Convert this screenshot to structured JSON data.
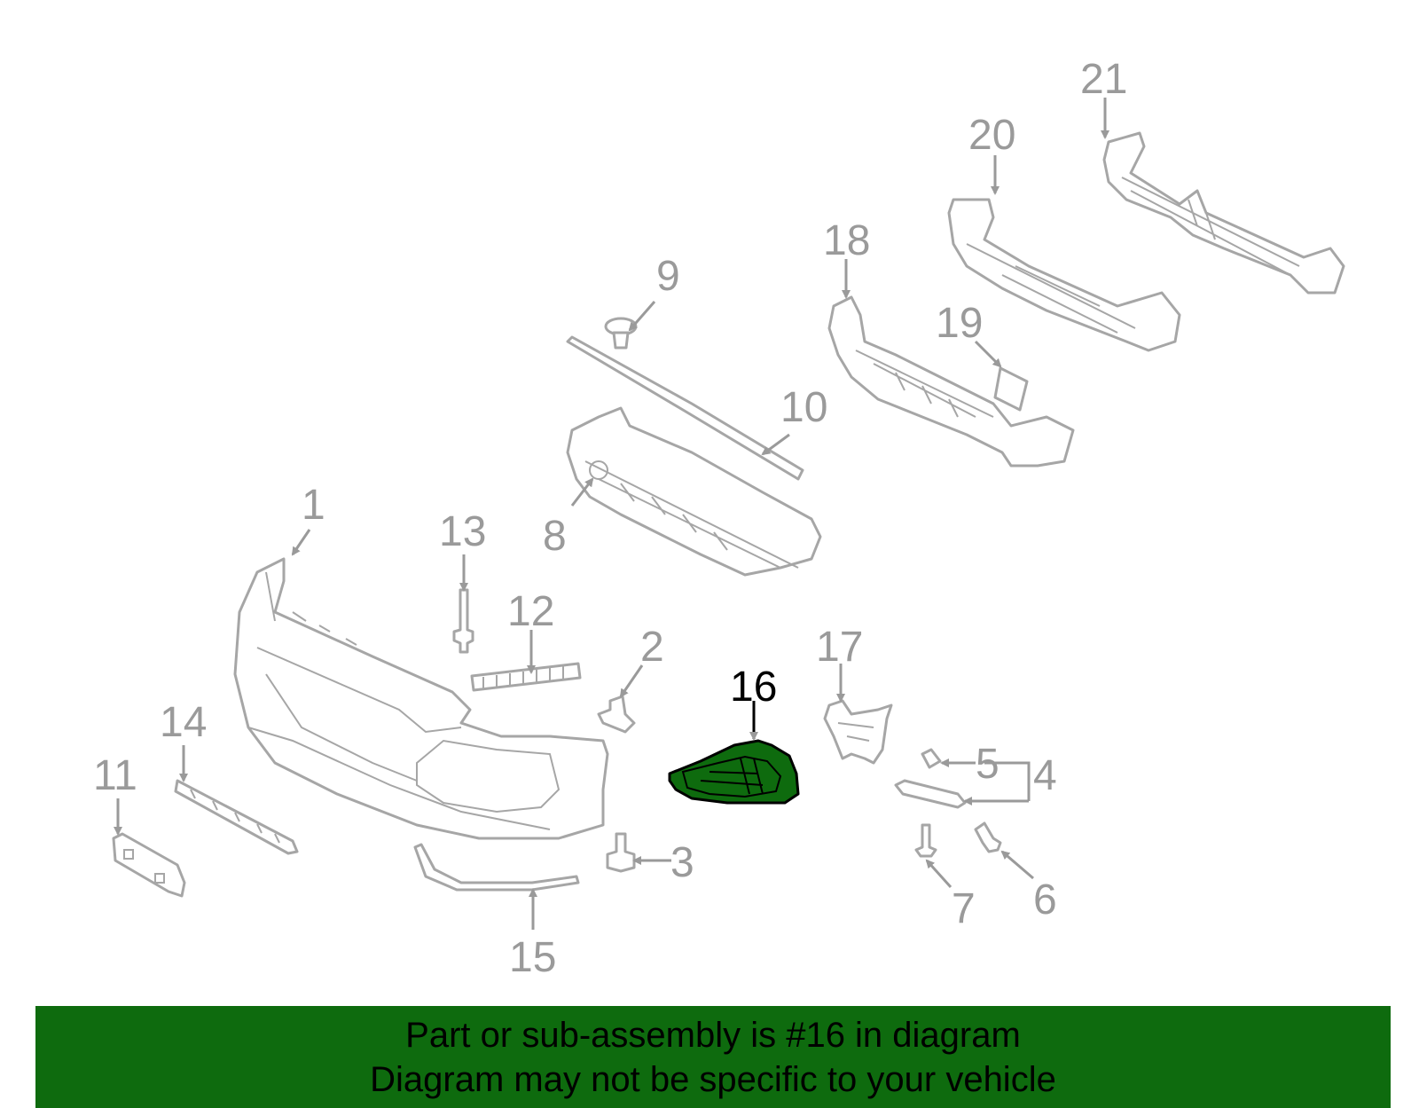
{
  "diagram": {
    "highlighted_part": "16",
    "callouts": [
      "1",
      "2",
      "3",
      "4",
      "5",
      "6",
      "7",
      "8",
      "9",
      "10",
      "11",
      "12",
      "13",
      "14",
      "15",
      "16",
      "17",
      "18",
      "19",
      "20",
      "21"
    ]
  },
  "banner": {
    "line1": "Part or sub-assembly is #16 in diagram",
    "line2": "Diagram may not be specific to your vehicle"
  },
  "colors": {
    "highlight": "#0e6b0e",
    "banner_background": "#0e6b0e",
    "part_outline": "#a6a6a6",
    "callout_text": "#9a9a9a",
    "active_callout": "#000000"
  }
}
